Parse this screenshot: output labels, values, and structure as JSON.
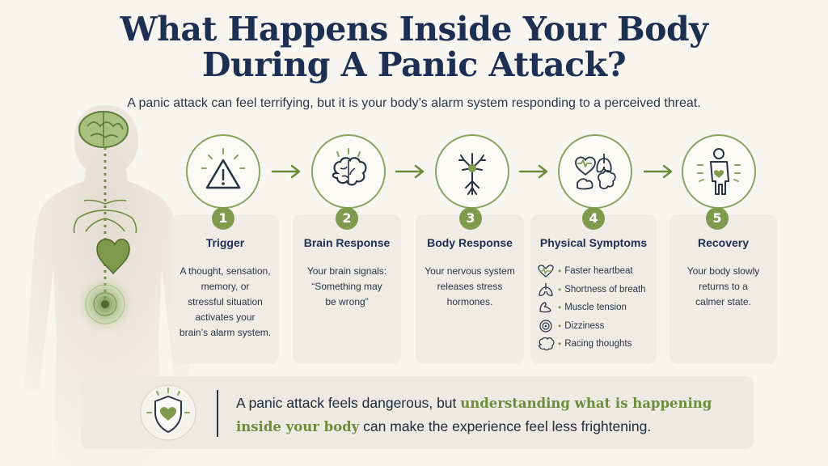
{
  "title_line1": "What Happens Inside Your Body",
  "title_line2": "During A Panic Attack?",
  "subtitle": "A panic attack can feel terrifying, but it is your body’s alarm system responding to a perceived threat.",
  "colors": {
    "accent": "#7f9a4c",
    "title": "#1d2f52",
    "card": "#efece6"
  },
  "steps": [
    {
      "number": "1",
      "title": "Trigger",
      "icon": "warning-icon",
      "lines": [
        "A thought, sensation,",
        "memory, or",
        "stressful situation",
        "activates your",
        "brain’s alarm system."
      ]
    },
    {
      "number": "2",
      "title": "Brain Response",
      "icon": "brain-icon",
      "lines": [
        "Your brain signals:",
        "“Something may",
        "be wrong”"
      ]
    },
    {
      "number": "3",
      "title": "Body Response",
      "icon": "nerve-icon",
      "lines": [
        "Your nervous system",
        "releases stress",
        "hormones."
      ]
    },
    {
      "number": "4",
      "title": "Physical Symptoms",
      "icon": "symptoms-icon",
      "symptoms": [
        {
          "label": "Faster heartbeat",
          "icon": "heartbeat-icon"
        },
        {
          "label": "Shortness of breath",
          "icon": "lungs-icon"
        },
        {
          "label": "Muscle tension",
          "icon": "muscle-icon"
        },
        {
          "label": "Dizziness",
          "icon": "dizziness-icon"
        },
        {
          "label": "Racing thoughts",
          "icon": "brain-icon"
        }
      ]
    },
    {
      "number": "5",
      "title": "Recovery",
      "icon": "person-calm-icon",
      "lines": [
        "Your body slowly",
        "returns to a",
        "calmer state."
      ]
    }
  ],
  "banner": {
    "part1": "A panic attack feels dangerous, but ",
    "highlight1": "understanding what is happening",
    "highlight2": "inside your body",
    "part2": " can make the experience feel less frightening.",
    "icon": "shield-heart-icon"
  }
}
